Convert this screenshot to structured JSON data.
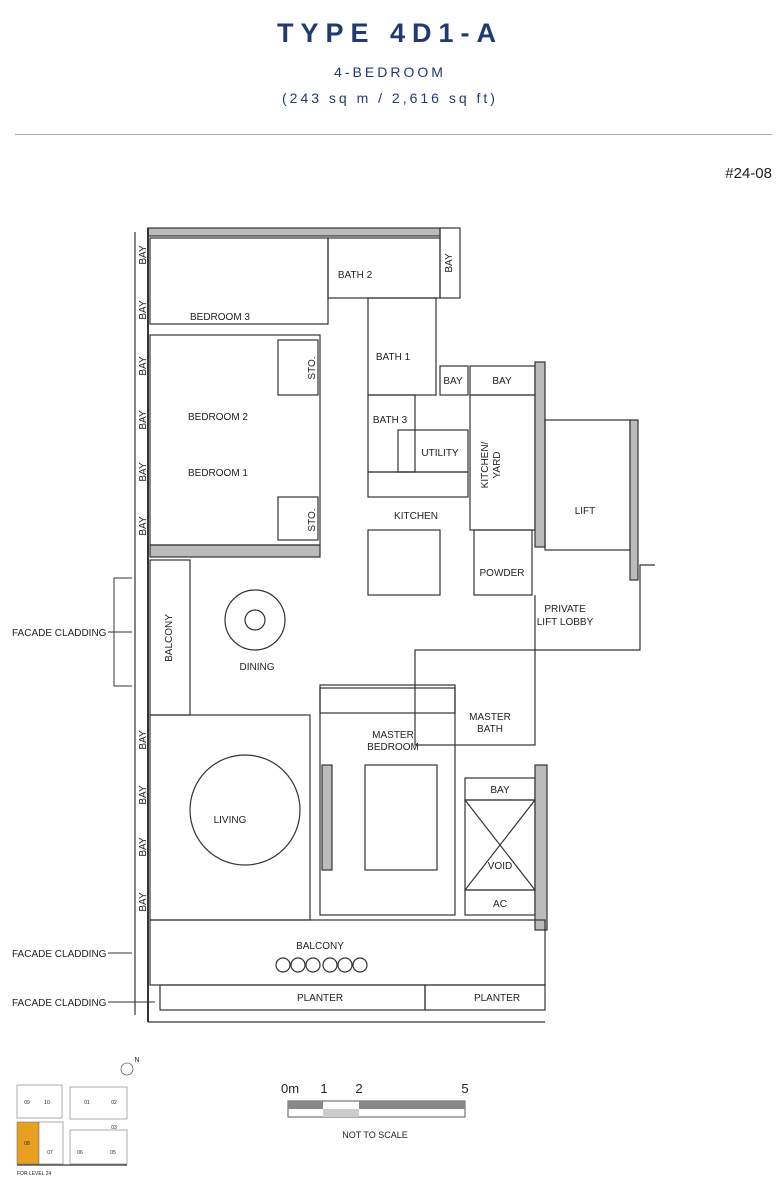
{
  "header": {
    "title": "TYPE 4D1-A",
    "bedrooms": "4-BEDROOM",
    "area": "(243 sq m / 2,616 sq ft)",
    "unit_number": "#24-08"
  },
  "rooms": {
    "bedroom3": "BEDROOM 3",
    "bedroom2": "BEDROOM 2",
    "bedroom1": "BEDROOM 1",
    "bath2": "BATH 2",
    "bath1": "BATH 1",
    "bath3": "BATH 3",
    "utility": "UTILITY",
    "kitchen_yard_1": "KITCHEN/",
    "kitchen_yard_2": "YARD",
    "kitchen": "KITCHEN",
    "lift": "LIFT",
    "powder": "POWDER",
    "lobby_1": "PRIVATE",
    "lobby_2": "LIFT LOBBY",
    "balcony_side": "BALCONY",
    "dining": "DINING",
    "master_bath_1": "MASTER",
    "master_bath_2": "BATH",
    "master_bed_1": "MASTER",
    "master_bed_2": "BEDROOM",
    "living": "LIVING",
    "bay": "BAY",
    "void": "VOID",
    "ac": "AC",
    "balcony": "BALCONY",
    "planter": "PLANTER",
    "sto": "STO."
  },
  "annotations": {
    "facade": "FACADE CLADDING"
  },
  "scale": {
    "ticks": [
      "0m",
      "1",
      "2",
      "5"
    ],
    "note": "NOT TO SCALE"
  },
  "keyplan": {
    "north": "N",
    "units": [
      "09",
      "10",
      "01",
      "02",
      "03",
      "08",
      "07",
      "06",
      "05"
    ],
    "level": "FOR LEVEL 24",
    "highlight_color": "#e8a020"
  }
}
